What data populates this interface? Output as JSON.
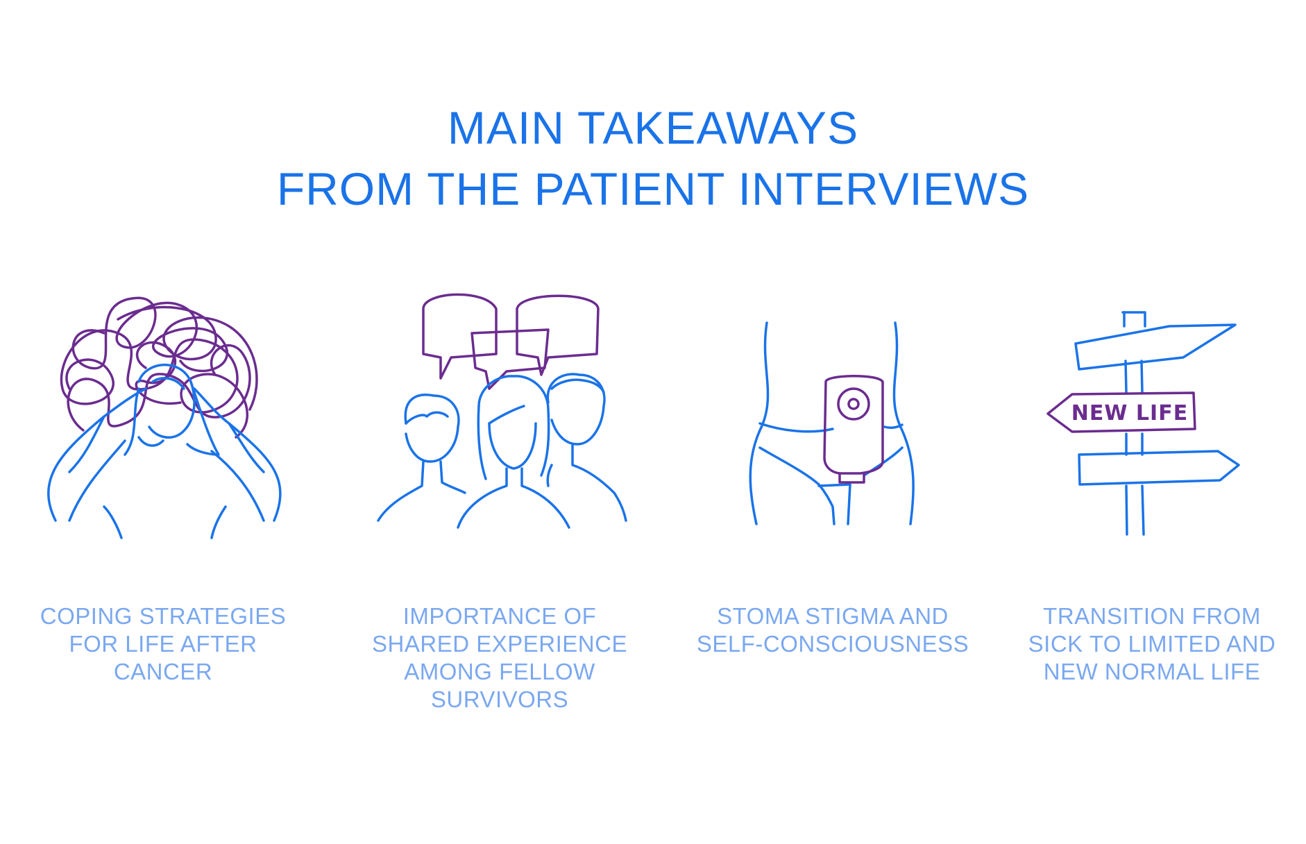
{
  "title": {
    "line1": "MAIN TAKEAWAYS",
    "line2": "FROM THE PATIENT INTERVIEWS"
  },
  "colors": {
    "title": "#1a73e8",
    "caption": "#7aa8f0",
    "sketch_blue": "#1a73e8",
    "sketch_purple": "#6b2c8f"
  },
  "takeaways": [
    {
      "icon": "stressed-person-icon",
      "caption": [
        "COPING STRATEGIES",
        "FOR LIFE AFTER",
        "CANCER"
      ]
    },
    {
      "icon": "group-conversation-icon",
      "caption": [
        "IMPORTANCE OF",
        "SHARED EXPERIENCE",
        "AMONG FELLOW",
        "SURVIVORS"
      ]
    },
    {
      "icon": "stoma-bag-icon",
      "caption": [
        "STOMA STIGMA AND",
        "SELF-CONSCIOUSNESS"
      ]
    },
    {
      "icon": "signpost-icon",
      "sign_text": "NEW LIFE",
      "caption": [
        "TRANSITION FROM",
        "SICK TO LIMITED AND",
        "NEW NORMAL LIFE"
      ]
    }
  ]
}
